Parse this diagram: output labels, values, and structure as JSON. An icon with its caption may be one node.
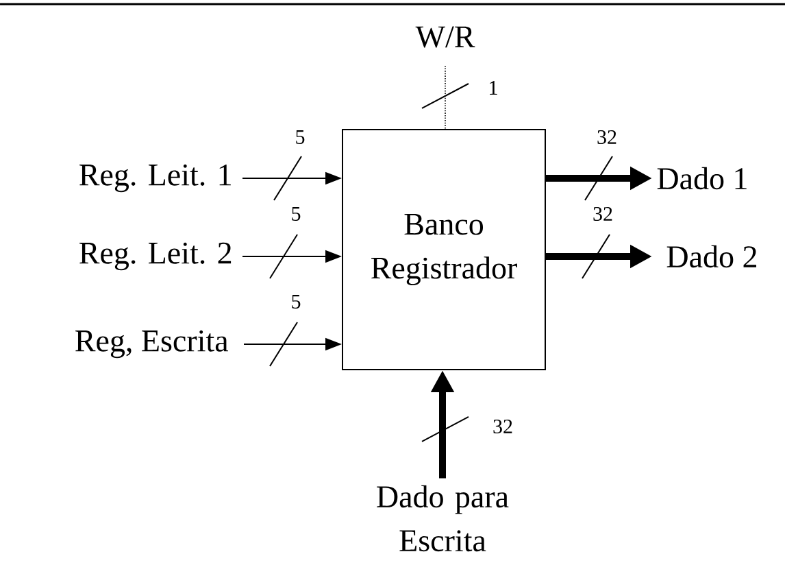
{
  "diagram": {
    "nodes": [
      {
        "text": [
          "Banco Registrador"
        ]
      },
      {
        "text": [
          "W/R"
        ]
      },
      {
        "text": [
          "Reg. Leit. 1"
        ]
      },
      {
        "text": [
          "Reg. Leit. 2"
        ]
      },
      {
        "text": [
          "Reg, Escrita"
        ]
      },
      {
        "text": [
          "Dado 1"
        ]
      },
      {
        "text": [
          "Dado 2"
        ]
      },
      {
        "text": [
          "Dado para Escrita"
        ]
      }
    ],
    "edges": [
      {
        "from": 1,
        "to": 0,
        "arrow": "none",
        "label": "1",
        "style": "dashed"
      },
      {
        "from": 2,
        "to": 0,
        "arrow": "to",
        "label": "5"
      },
      {
        "from": 3,
        "to": 0,
        "arrow": "to",
        "label": "5"
      },
      {
        "from": 4,
        "to": 0,
        "arrow": "to",
        "label": "5"
      },
      {
        "from": 0,
        "to": 5,
        "arrow": "to",
        "label": "32",
        "style": "thick"
      },
      {
        "from": 0,
        "to": 6,
        "arrow": "to",
        "label": "32",
        "style": "thick"
      },
      {
        "from": 7,
        "to": 0,
        "arrow": "to",
        "label": "32",
        "style": "thick"
      }
    ]
  }
}
